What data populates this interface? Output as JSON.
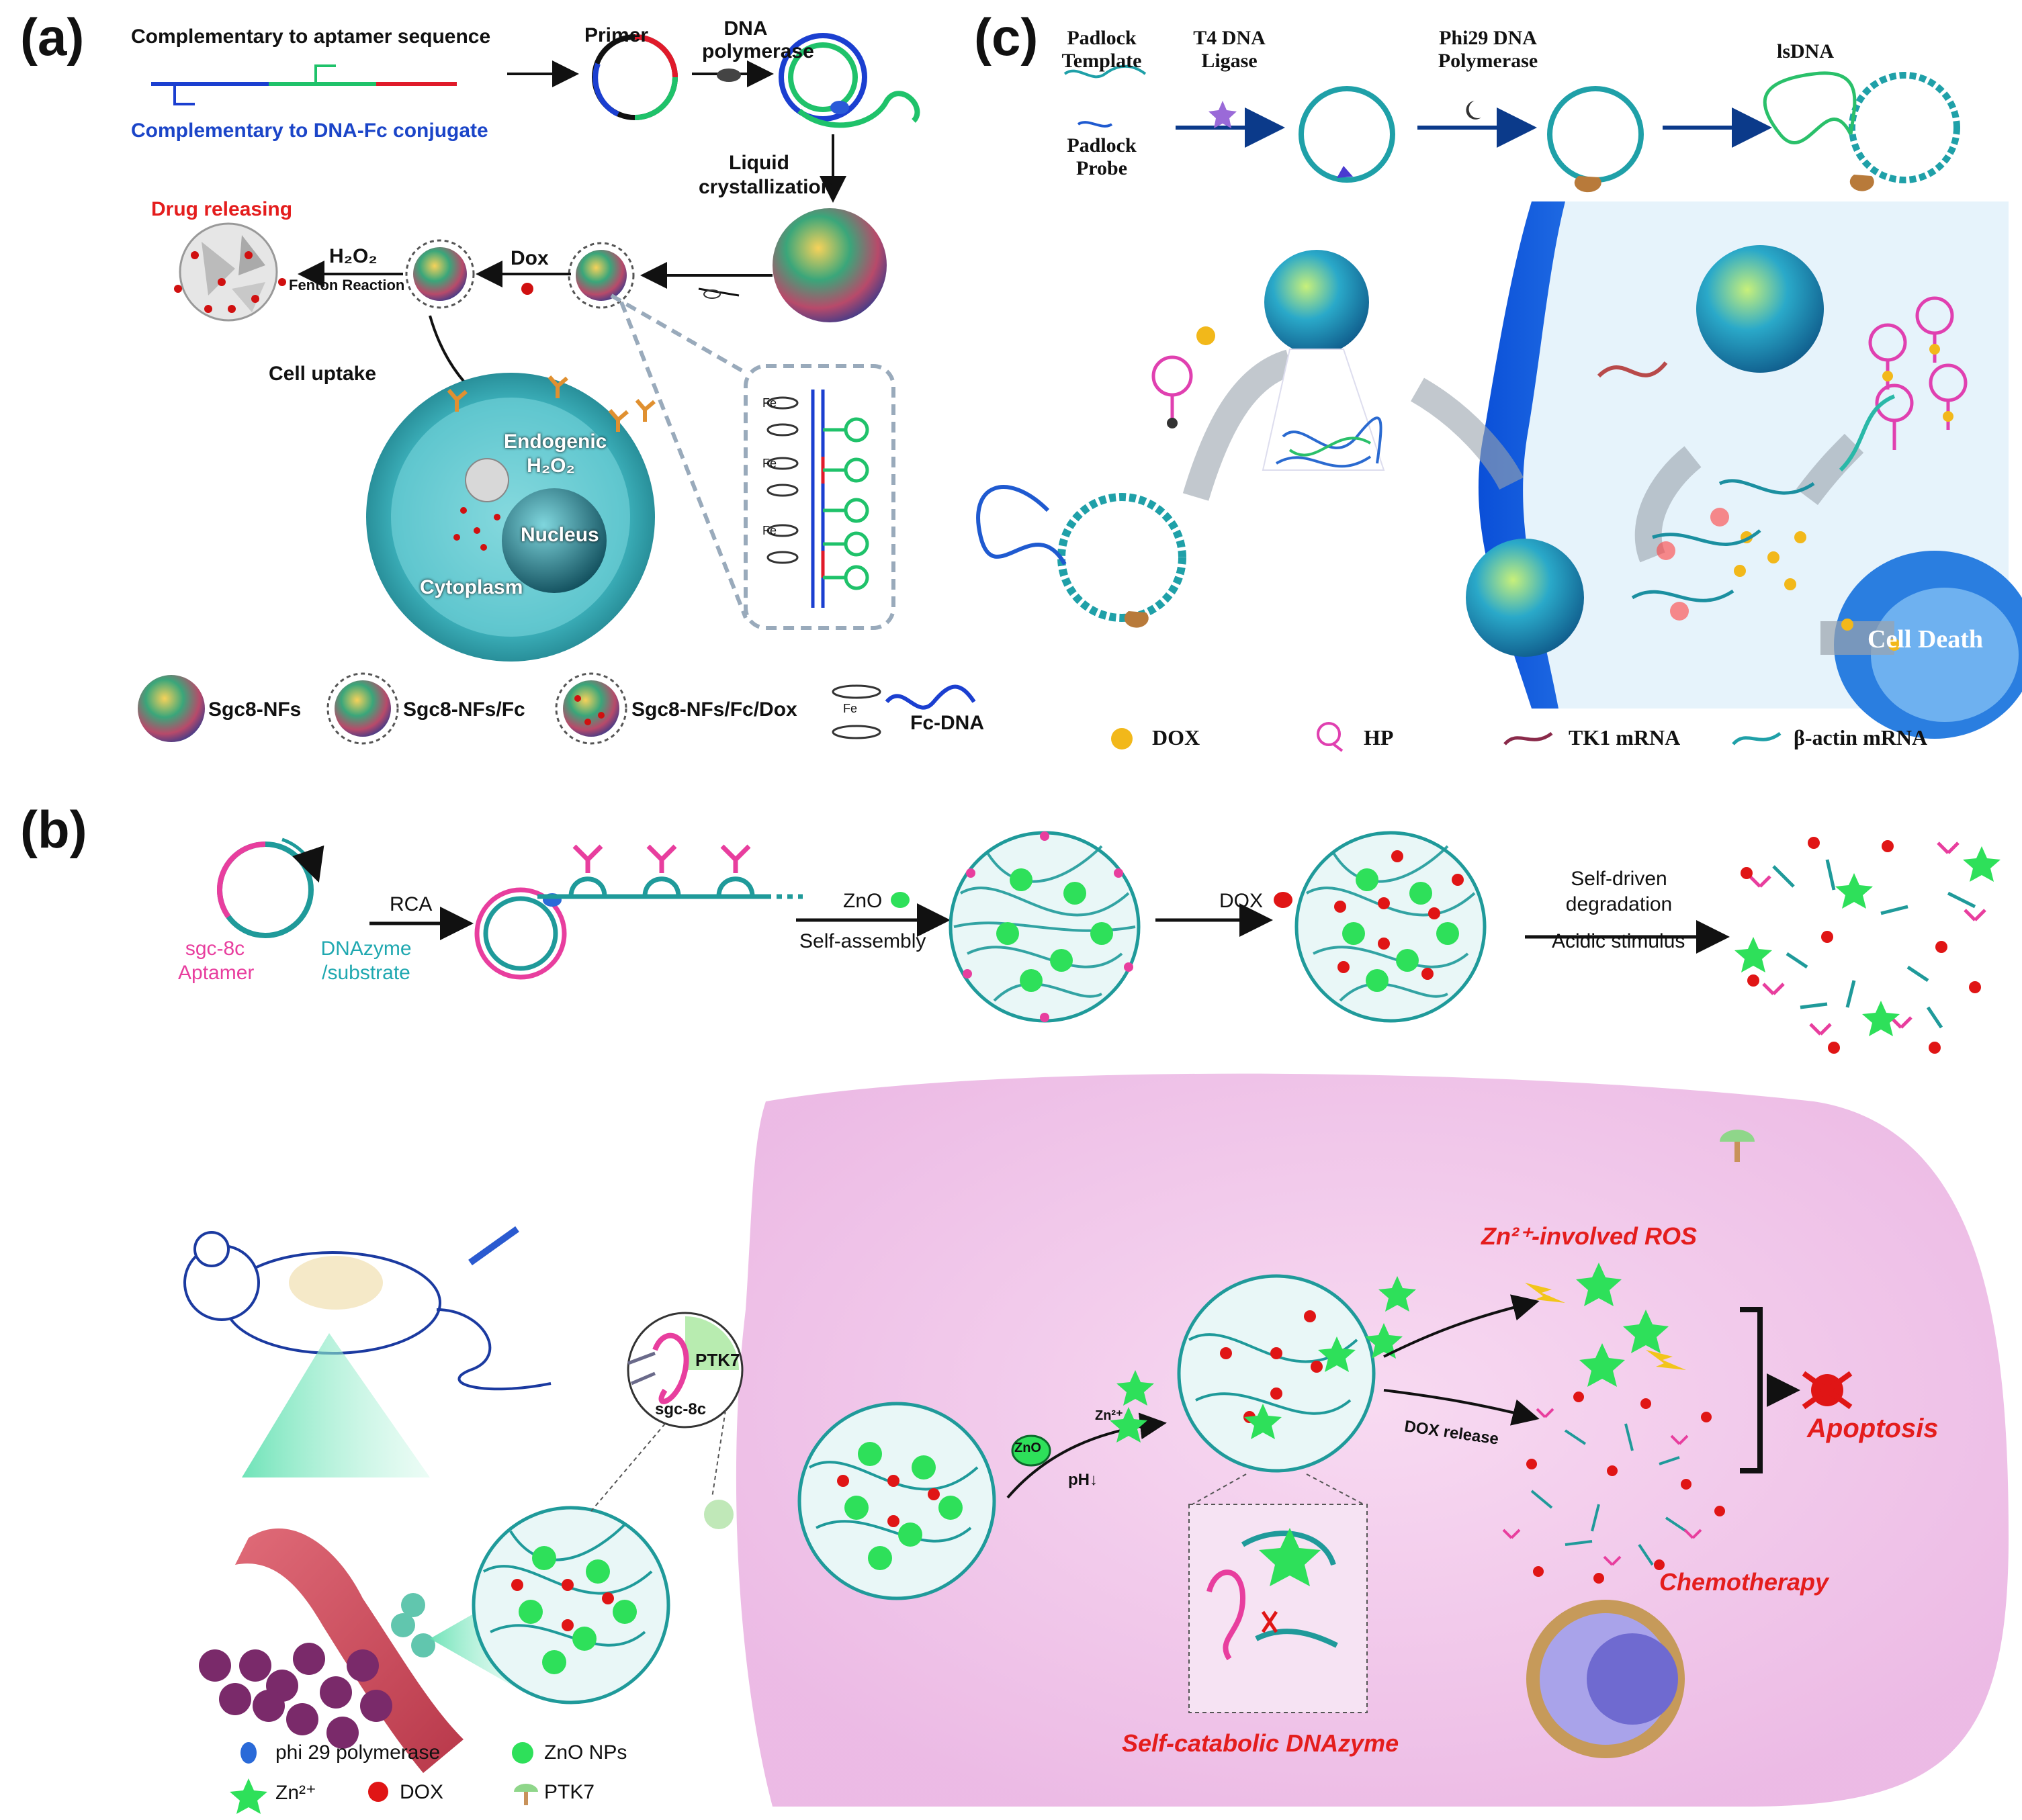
{
  "panels": {
    "a": {
      "label": "(a)",
      "complementary_aptamer": "Complementary to aptamer sequence",
      "complementary_fc": "Complementary to DNA-Fc conjugate",
      "primer": "Primer",
      "dna_polymerase": "DNA polymerase",
      "liquid_crystallization": "Liquid crystallization",
      "drug_releasing": "Drug releasing",
      "h2o2": "H₂O₂",
      "fenton": "Fenton Reaction",
      "dox": "Dox",
      "cell_uptake": "Cell uptake",
      "endogenic": "Endogenic H₂O₂",
      "nucleus": "Nucleus",
      "cytoplasm": "Cytoplasm",
      "fe": "Fe",
      "legend": [
        "Sgc8-NFs",
        "Sgc8-NFs/Fc",
        "Sgc8-NFs/Fc/Dox",
        "Fc-DNA"
      ]
    },
    "c": {
      "label": "(c)",
      "padlock_template": "Padlock Template",
      "padlock_probe": "Padlock Probe",
      "t4": "T4 DNA Ligase",
      "phi29": "Phi29 DNA Polymerase",
      "lsdna": "lsDNA",
      "cell_death": "Cell Death",
      "legend": [
        "DOX",
        "HP",
        "TK1 mRNA",
        "β-actin mRNA"
      ]
    },
    "b": {
      "label": "(b)",
      "sgc8c_aptamer": "sgc-8c Aptamer",
      "dnazyme": "DNAzyme /substrate",
      "rca": "RCA",
      "zno": "ZnO",
      "self_assembly": "Self-assembly",
      "dox": "DOX",
      "self_driven": "Self-driven degradation",
      "acidic": "Acidic stimulus",
      "ptk7": "PTK7",
      "sgc8c": "sgc-8c",
      "zn": "Zn²⁺",
      "ph": "pH↓",
      "dox_release": "DOX release",
      "zn_ros": "Zn²⁺-involved ROS",
      "apoptosis": "Apoptosis",
      "chemotherapy": "Chemotherapy",
      "self_catabolic": "Self-catabolic DNAzyme",
      "legend": [
        "phi 29 polymerase",
        "ZnO NPs",
        "Zn²⁺",
        "DOX",
        "PTK7"
      ]
    }
  },
  "colors": {
    "pink": "#e83e9e",
    "teal": "#1f9a9a",
    "green_np": "#2ee05a",
    "dox_red": "#e01515",
    "blue_membrane": "#2a7ee0",
    "cell_pink": "#f3c6ea",
    "cell_teal": "#3ab4bd"
  }
}
